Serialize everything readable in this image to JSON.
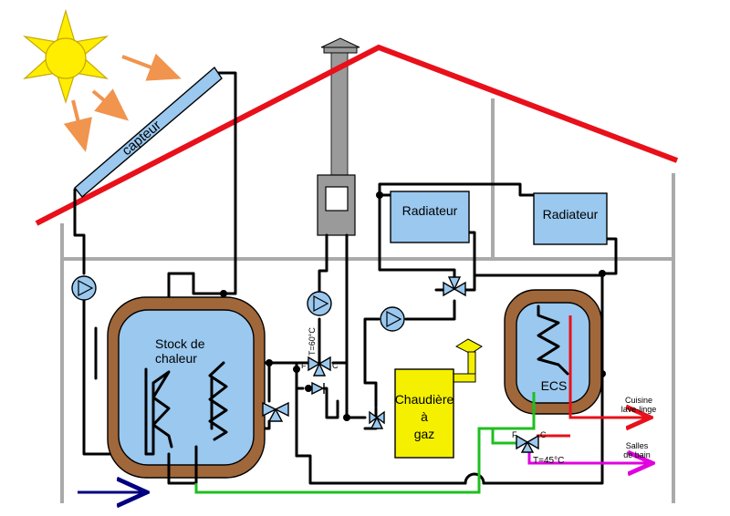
{
  "diagram": {
    "collector_label": "capteur",
    "storage_label_line1": "Stock de",
    "storage_label_line2": "chaleur",
    "radiator_1_label": "Radiateur",
    "radiator_2_label": "Radiateur",
    "boiler_label_line1": "Chaudière",
    "boiler_label_line2": "à",
    "boiler_label_line3": "gaz",
    "dhw_label": "ECS",
    "kitchen_label_line1": "Cuisine",
    "kitchen_label_line2": "lave-linge",
    "bath_label_line1": "Salles",
    "bath_label_line2": "de bain",
    "mix_valve_1_temp": "T=60°C",
    "mix_valve_2_temp": "T=45°C",
    "cold_port_label": "F",
    "hot_port_label": "C"
  },
  "colors": {
    "roof": "#e8101a",
    "walls": "#aaaaaa",
    "water_tank": "#9ac8ef",
    "insulation": "#a0673a",
    "boiler": "#f4f000",
    "sun": "#ffee00",
    "sun_rays": "#f0944e",
    "cold_inlet": "#000080",
    "cold_water": "#1fbf1f",
    "hot_water_kitchen": "#e8101a",
    "hot_water_bath": "#e000e0"
  }
}
